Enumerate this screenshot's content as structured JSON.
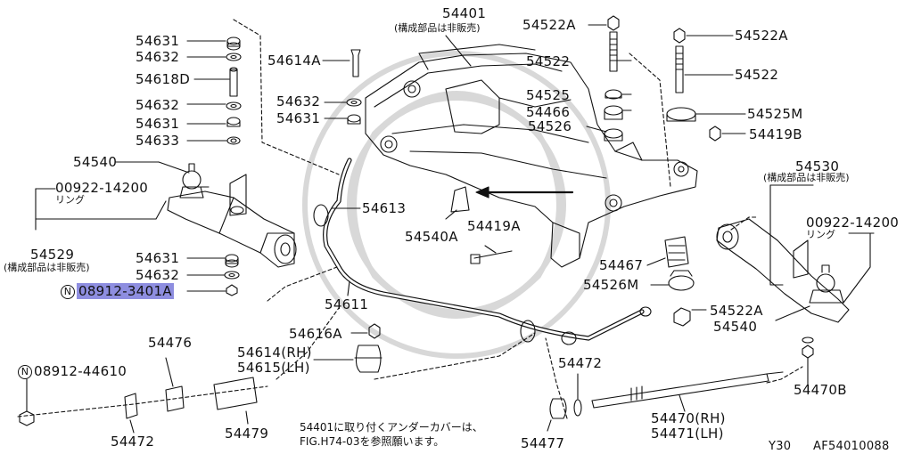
{
  "diagram": {
    "code": "Y30",
    "figure_id": "AF54010088",
    "footnote_line1": "54401に取り付くアンダーカバーは、",
    "footnote_line2": "FIG.H74-03を参照願います。",
    "highlight_color": "#8e8ee0",
    "labels": {
      "p54401": "54401",
      "p54401_note": "(構成部品は非販売)",
      "p54522A_top": "54522A",
      "p54522A_right": "54522A",
      "p54522A_lower": "54522A",
      "p54522_left": "54522",
      "p54522_right": "54522",
      "p54525": "54525",
      "p54525M": "54525M",
      "p54466": "54466",
      "p54526": "54526",
      "p54419B": "54419B",
      "p54530": "54530",
      "p54530_note": "(構成部品は非販売)",
      "p00922_right": "00922-14200",
      "ring_right": "リング",
      "p54467": "54467",
      "p54526M": "54526M",
      "p54540_right": "54540",
      "p54470B": "54470B",
      "p54472_right": "54472",
      "p54470": "54470(RH)",
      "p54471": "54471(LH)",
      "p54477": "54477",
      "p54631_a": "54631",
      "p54632_a": "54632",
      "p54618D": "54618D",
      "p54632_b": "54632",
      "p54631_b": "54631",
      "p54633": "54633",
      "p54540_left": "54540",
      "p00922_left": "00922-14200",
      "ring_left": "リング",
      "p54529": "54529",
      "p54529_note": "(構成部品は非販売)",
      "p54631_c": "54631",
      "p54632_c": "54632",
      "n_mark_a": "N",
      "p08912_3401A": "08912-3401A",
      "p54614A": "54614A",
      "p54632_d": "54632",
      "p54631_d": "54631",
      "p54613": "54613",
      "p54540A": "54540A",
      "p54419A": "54419A",
      "p54611": "54611",
      "p54616A": "54616A",
      "p54614": "54614(RH)",
      "p54615": "54615(LH)",
      "p54476": "54476",
      "n_mark_b": "N",
      "p08912_44610": "08912-44610",
      "p54472_left": "54472",
      "p54479": "54479"
    }
  }
}
